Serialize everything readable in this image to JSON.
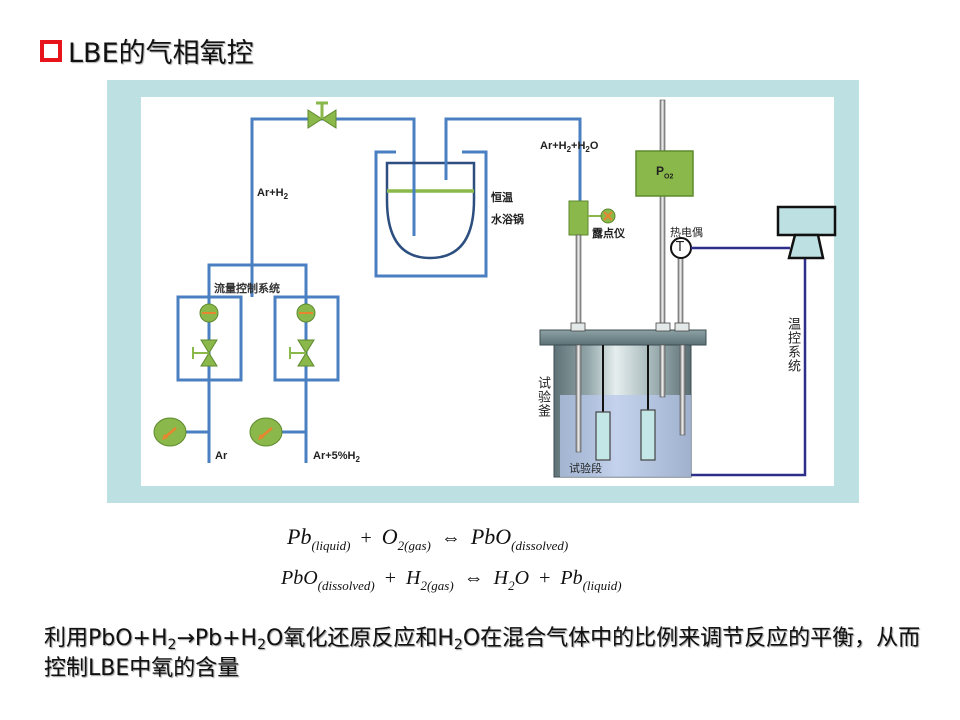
{
  "slide": {
    "title": "LBE的气相氧控",
    "bullet_color": "#e8141c"
  },
  "diagram": {
    "colors": {
      "frame": "#bde0e3",
      "pipe": "#4a7fc1",
      "component_green": "#8ab84a",
      "component_green_dark": "#5e8a2e",
      "signal_line": "#2e2e8a",
      "vessel_gray": "#6b7f84",
      "liquid": "#b8c8ec"
    },
    "labels": {
      "ar_h2": "Ar+H",
      "ar_h2_sub": "2",
      "flow_control_system": "流量控制系统",
      "ar": "Ar",
      "ar_5h2": "Ar+5%H",
      "ar_5h2_sub": "2",
      "water_bath_line1": "恒温",
      "water_bath_line2": "水浴锅",
      "ar_h2_h2o_a": "Ar+H",
      "ar_h2_h2o_sub1": "2",
      "ar_h2_h2o_b": "+H",
      "ar_h2_h2o_sub2": "2",
      "ar_h2_h2o_c": "O",
      "dew_point_meter": "露点仪",
      "po2_main": "P",
      "po2_sub": "O2",
      "thermocouple": "热电偶",
      "thermocouple_symbol": "T",
      "temp_control_system": "温控系统",
      "test_vessel": "试验釜",
      "test_section": "试验段"
    }
  },
  "equations": {
    "eq1": {
      "t1": "Pb",
      "t1_sub": "(liquid)",
      "op1": "+",
      "t2": "O",
      "t2_sub": "2(gas)",
      "arrow": "⇔",
      "t3": "PbO",
      "t3_sub": "(dissolved)"
    },
    "eq2": {
      "t1": "PbO",
      "t1_sub": "(dissolved)",
      "op1": "+",
      "t2": "H",
      "t2_sub": "2(gas)",
      "arrow": "⇔",
      "t3": "H",
      "t3_sub": "2",
      "t3b": "O",
      "op2": "+",
      "t4": "Pb",
      "t4_sub": "(liquid)"
    }
  },
  "summary": {
    "p1": "利用PbO+H",
    "p1_sub": "2",
    "p2": "→Pb+H",
    "p2_sub": "2",
    "p3": "O氧化还原反应和H",
    "p3_sub": "2",
    "p4": "O在混合气体中的比例来调节反应的平衡，从而控制LBE中氧的含量"
  }
}
